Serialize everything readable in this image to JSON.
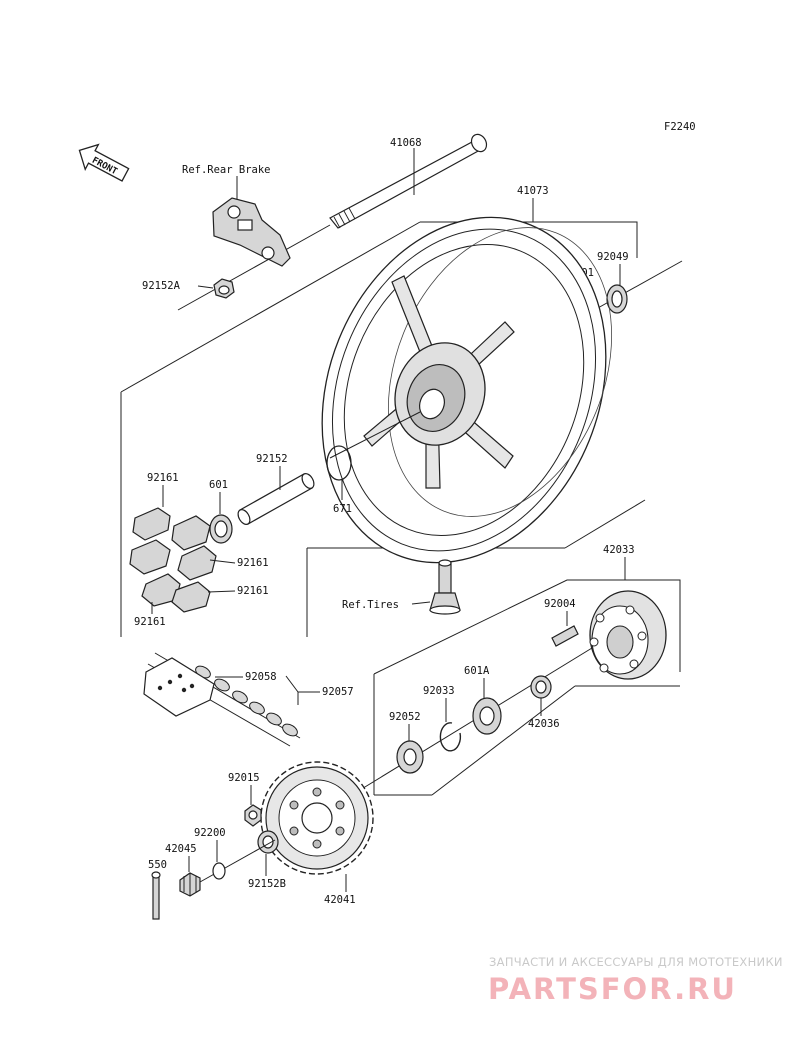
{
  "figure_code": "F2240",
  "front_badge": "FRONT",
  "callouts": {
    "axle": "41068",
    "ref_rear_brake": "Ref.Rear Brake",
    "wheel": "41073",
    "collar_brake": "92152A",
    "seal_right": "92049",
    "bearing_right": "601",
    "damper_top": "92161",
    "bearing_left": "601",
    "sleeve": "92152",
    "oring": "671",
    "damper_mid": "92161",
    "damper_mid2": "92161",
    "damper_bottom": "92161",
    "coupling": "42033",
    "ref_tires": "Ref.Tires",
    "stud": "92004",
    "chain_joint": "92058",
    "chain": "92057",
    "circlip": "92033",
    "bearing_coupling": "601A",
    "seal_coupling": "92052",
    "collar_coupling": "42036",
    "nut_sprocket": "92015",
    "washer": "92200",
    "collar_b": "92152B",
    "axle_nut": "42045",
    "cotter_pin": "550",
    "sprocket": "42041"
  },
  "watermark": {
    "tagline": "ЗАПЧАСТИ И АКСЕССУАРЫ ДЛЯ МОТОТЕХНИКИ",
    "brand": "PARTSFOR.RU"
  }
}
